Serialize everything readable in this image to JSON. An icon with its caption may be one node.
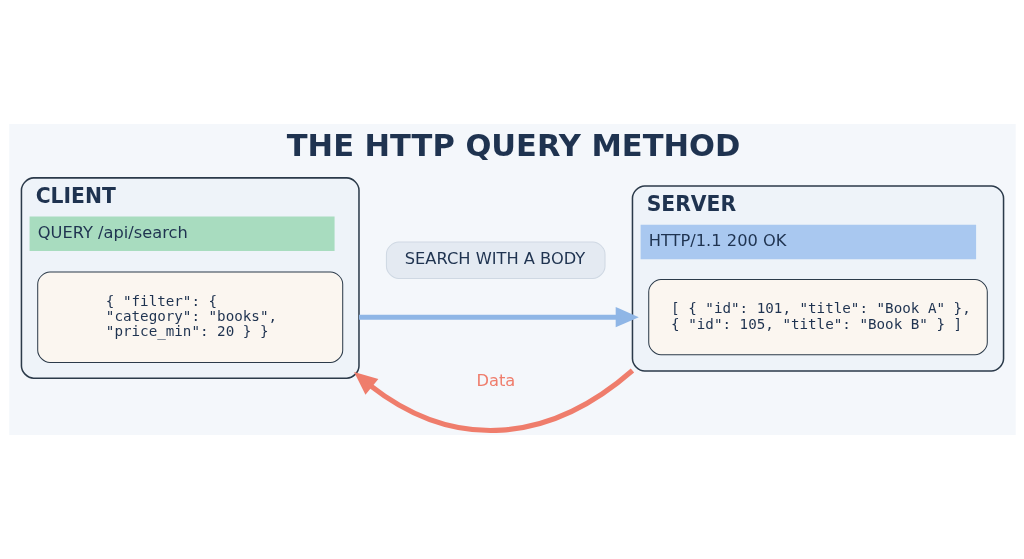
{
  "diagram": {
    "title": "THE HTTP QUERY METHOD",
    "nodes": [
      {
        "text": [
          "SEARCH WITH A BODY"
        ]
      },
      {
        "text": [
          "CLIENT",
          "QUERY /api/search"
        ]
      },
      {
        "text": [
          "{ \"filter\": { \"category\": \"books\", \"price_min\": 20 } }"
        ],
        "in": 1
      },
      {
        "text": [
          "SERVER",
          "HTTP/1.1 200 OK"
        ]
      },
      {
        "text": [
          "[ { \"id\": 101, \"title\": \"Book A\" }, { \"id\": 105, \"title\": \"Book B\" } ]"
        ],
        "in": 3
      }
    ],
    "edges": [
      {
        "from": 1,
        "to": 3,
        "arrow": "to",
        "color": "#8fb6e6"
      },
      {
        "from": 3,
        "to": 1,
        "arrow": "to",
        "label": "Data",
        "color": "#ef7d6c"
      }
    ]
  }
}
